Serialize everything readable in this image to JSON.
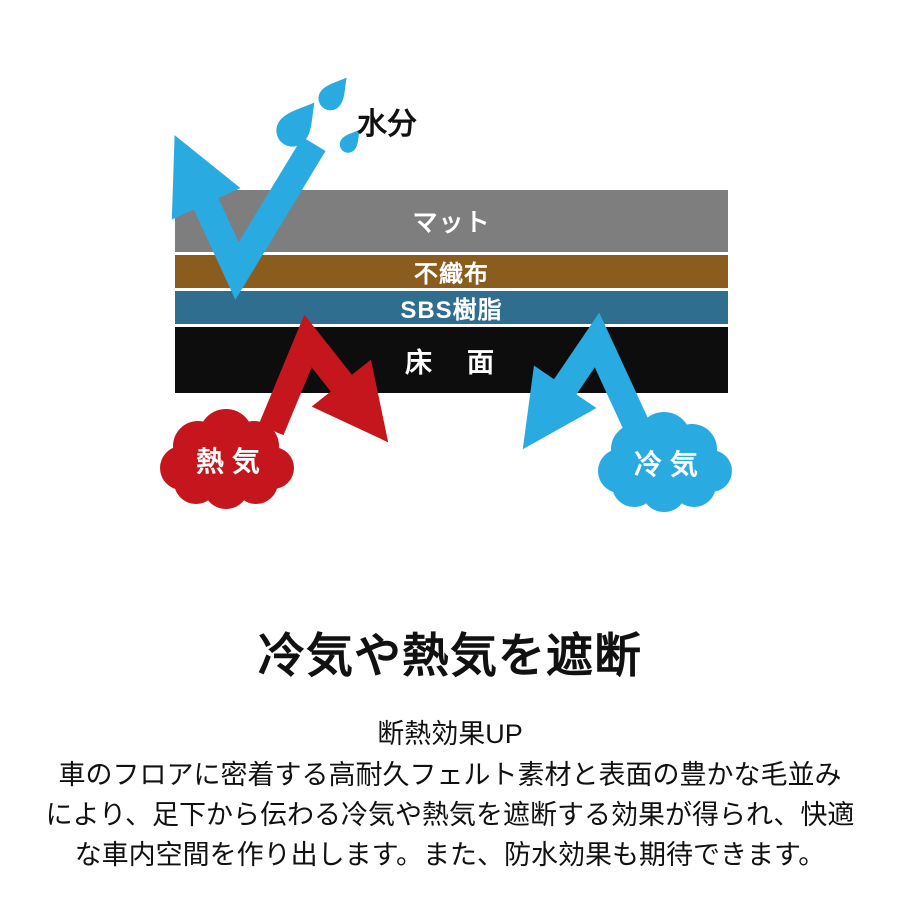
{
  "diagram": {
    "moisture_label": "水分",
    "layers": [
      {
        "label": "マット",
        "color": "#7e7e7e"
      },
      {
        "label": "不織布",
        "color": "#8a5c1e"
      },
      {
        "label": "SBS樹脂",
        "color": "#2f6e8e"
      },
      {
        "label": "床　面",
        "color": "#0d0d0d"
      }
    ],
    "hot_air_label": "熱 気",
    "cold_air_label": "冷 気",
    "colors": {
      "water_blue": "#29abe2",
      "hot_red": "#c5161d",
      "cold_blue": "#29abe2"
    }
  },
  "text": {
    "heading": "冷気や熱気を遮断",
    "subheading": "断熱効果UP",
    "body_lines": [
      "車のフロアに密着する高耐久フェルト素材と表面の豊かな毛並み",
      "により、足下から伝わる冷気や熱気を遮断する効果が得られ、快適",
      "な車内空間を作り出します。また、防水効果も期待できます。"
    ]
  }
}
